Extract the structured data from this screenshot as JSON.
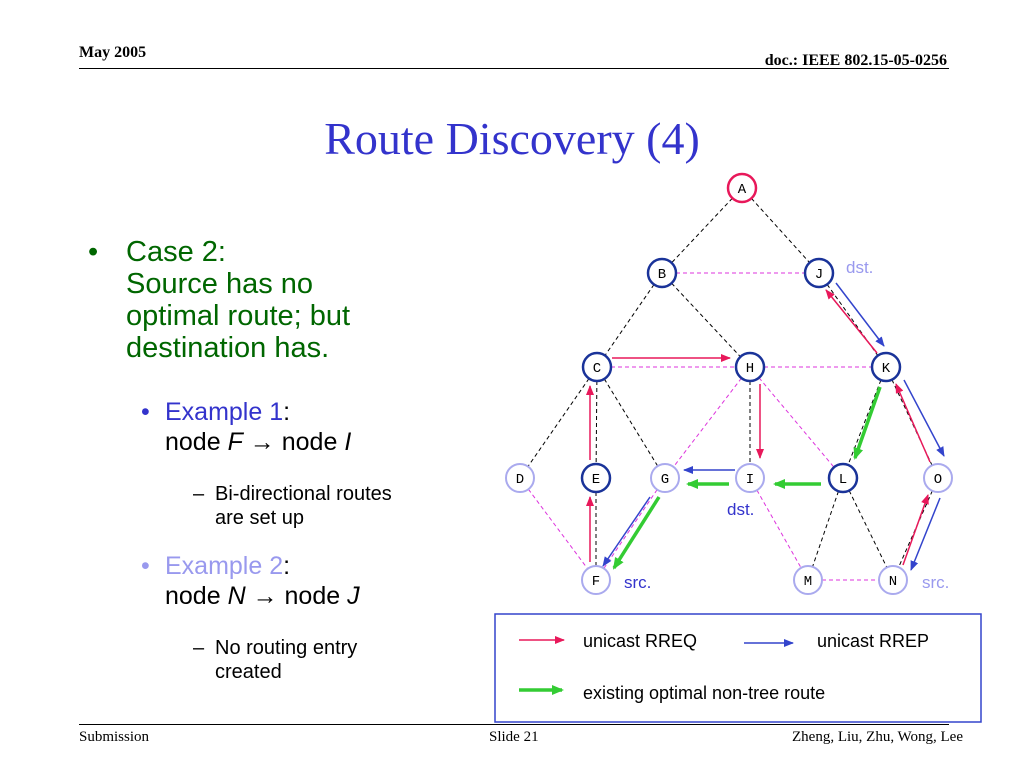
{
  "header": {
    "date": "May 2005",
    "doc": "doc.: IEEE 802.15-05-0256"
  },
  "title": "Route Discovery (4)",
  "bullets": {
    "case_line1": "Case 2:",
    "case_line2": "Source has no",
    "case_line3": "optimal route; but",
    "case_line4": "destination has.",
    "ex1_label": "Example 1",
    "ex1_colon": ":",
    "ex1_from_prefix": "node ",
    "ex1_from": "F",
    "ex1_arrow": "→",
    "ex1_to_prefix": " node ",
    "ex1_to": "I",
    "ex1_note_line1": "Bi-directional routes",
    "ex1_note_line2": "are set up",
    "ex2_label": "Example 2",
    "ex2_colon": ":",
    "ex2_from_prefix": "node ",
    "ex2_from": "N",
    "ex2_arrow": "→",
    "ex2_to_prefix": " node ",
    "ex2_to": "J",
    "ex2_note_line1": "No routing entry",
    "ex2_note_line2": "created"
  },
  "diagram": {
    "nodes": {
      "A": "A",
      "B": "B",
      "J": "J",
      "C": "C",
      "H": "H",
      "K": "K",
      "D": "D",
      "E": "E",
      "G": "G",
      "I": "I",
      "L": "L",
      "O": "O",
      "F": "F",
      "M": "M",
      "N": "N"
    },
    "labels": {
      "dst_j": "dst.",
      "dst_i": "dst.",
      "src_f": "src.",
      "src_n": "src."
    },
    "colors": {
      "rreq": "#e8185a",
      "rrep": "#3344cc",
      "optimal": "#33cc33",
      "tree_link": "#000000",
      "nontree_link": "#dd33dd",
      "source_node": "#e8185a",
      "active_node": "#1a3399",
      "inactive_node": "#aaaaee"
    }
  },
  "legend": {
    "rreq": "unicast RREQ",
    "rrep": "unicast RREP",
    "optimal": "existing optimal non-tree route"
  },
  "footer": {
    "left": "Submission",
    "center": "Slide 21",
    "right": "Zheng, Liu, Zhu, Wong, Lee"
  }
}
